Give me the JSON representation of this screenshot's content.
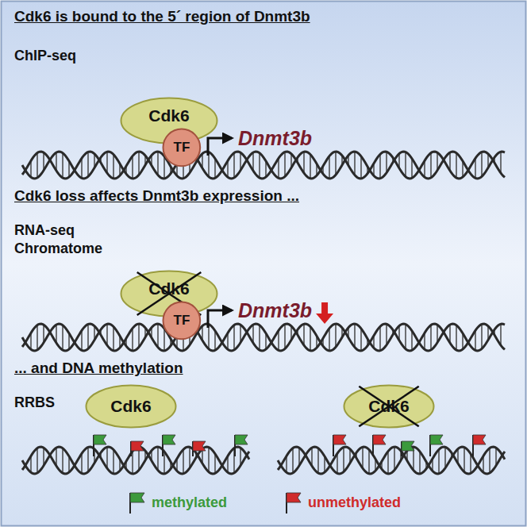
{
  "diagram": {
    "nodes": [
      {
        "text": [
          "Cdk6"
        ]
      },
      {
        "text": [
          "TF"
        ]
      },
      {
        "text": [
          "Cdk6"
        ]
      },
      {
        "text": [
          "TF"
        ]
      },
      {
        "text": [
          "Cdk6"
        ]
      },
      {
        "text": [
          "Cdk6"
        ]
      }
    ],
    "labels": [
      "Cdk6 is bound to the 5´ region of Dnmt3b",
      "ChIP-seq",
      "Dnmt3b",
      "Cdk6 loss affects Dnmt3b expression ...",
      "RNA-seq",
      "Chromatome",
      "Dnmt3b",
      "... and DNA methylation",
      "RRBS"
    ],
    "legend": [
      {
        "text": "methylated",
        "color": "#3c9a3c"
      },
      {
        "text": "unmethylated",
        "color": "#d02b2b"
      }
    ]
  }
}
